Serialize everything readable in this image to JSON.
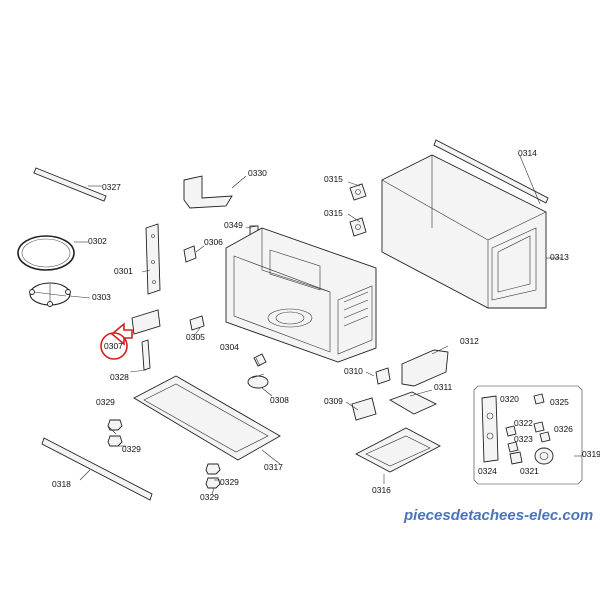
{
  "labels": {
    "p0301": "0301",
    "p0302": "0302",
    "p0303": "0303",
    "p0304": "0304",
    "p0305": "0305",
    "p0306": "0306",
    "p0307": "0307",
    "p0308": "0308",
    "p0309": "0309",
    "p0310": "0310",
    "p0311": "0311",
    "p0312": "0312",
    "p0313": "0313",
    "p0314": "0314",
    "p0315a": "0315",
    "p0315b": "0315",
    "p0316": "0316",
    "p0317": "0317",
    "p0318": "0318",
    "p0319": "0319",
    "p0320": "0320",
    "p0321": "0321",
    "p0322": "0322",
    "p0323": "0323",
    "p0324": "0324",
    "p0325": "0325",
    "p0326": "0326",
    "p0327": "0327",
    "p0328": "0328",
    "p0329a": "0329",
    "p0329b": "0329",
    "p0329c": "0329",
    "p0329d": "0329",
    "p0330": "0330",
    "p0349": "0349"
  },
  "highlight_color": "#d42020",
  "watermark": "piecesdetachees-elec.com",
  "watermark_color": "#4a74b8"
}
